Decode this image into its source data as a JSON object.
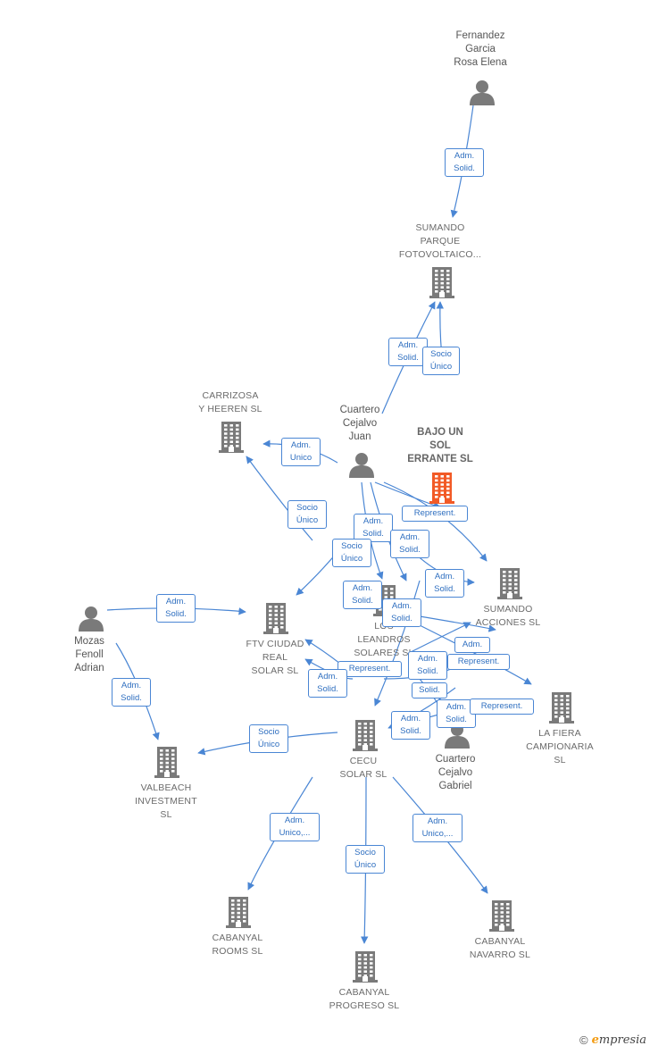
{
  "colors": {
    "edge": "#4a86d4",
    "company": "#7a7a7a",
    "focus": "#f25a26",
    "person": "#7a7a7a"
  },
  "nodes": [
    {
      "id": "fernandez",
      "type": "person",
      "label": [
        "Fernandez",
        "Garcia",
        "Rosa Elena"
      ]
    },
    {
      "id": "sumando_pf",
      "type": "company",
      "label": [
        "SUMANDO",
        "PARQUE",
        "FOTOVOLTAICO..."
      ]
    },
    {
      "id": "cuartero_juan",
      "type": "person",
      "label": [
        "Cuartero",
        "Cejalvo",
        "Juan"
      ]
    },
    {
      "id": "bajo_un_sol",
      "type": "focus",
      "label": [
        "BAJO UN",
        "SOL",
        "ERRANTE  SL"
      ]
    },
    {
      "id": "carrizosa",
      "type": "company",
      "label": [
        "CARRIZOSA",
        "Y HEEREN SL"
      ]
    },
    {
      "id": "sumando_acc",
      "type": "company",
      "label": [
        "SUMANDO",
        "ACCIONES  SL"
      ]
    },
    {
      "id": "los_leandros",
      "type": "company",
      "label": [
        "LOS",
        "LEANDROS",
        "SOLARES SL"
      ]
    },
    {
      "id": "ftv",
      "type": "company",
      "label": [
        "FTV CIUDAD",
        "REAL",
        "SOLAR  SL"
      ]
    },
    {
      "id": "mozas",
      "type": "person",
      "label": [
        "Mozas",
        "Fenoll",
        "Adrian"
      ]
    },
    {
      "id": "la_fiera",
      "type": "company",
      "label": [
        "LA FIERA",
        "CAMPIONARIA",
        "SL"
      ]
    },
    {
      "id": "cecu",
      "type": "company",
      "label": [
        "CECU",
        "SOLAR SL"
      ]
    },
    {
      "id": "cuartero_gabriel",
      "type": "person",
      "label": [
        "Cuartero",
        "Cejalvo",
        "Gabriel"
      ]
    },
    {
      "id": "valbeach",
      "type": "company",
      "label": [
        "VALBEACH",
        "INVESTMENT",
        "SL"
      ]
    },
    {
      "id": "cabanyal_rooms",
      "type": "company",
      "label": [
        "CABANYAL",
        "ROOMS  SL"
      ]
    },
    {
      "id": "cabanyal_progreso",
      "type": "company",
      "label": [
        "CABANYAL",
        "PROGRESO  SL"
      ]
    },
    {
      "id": "cabanyal_navarro",
      "type": "company",
      "label": [
        "CABANYAL",
        "NAVARRO  SL"
      ]
    }
  ],
  "edge_labels": [
    [
      "Adm.",
      "Solid."
    ],
    [
      "Adm.",
      "Solid."
    ],
    [
      "Socio",
      "Único"
    ],
    [
      "Adm.",
      "Unico"
    ],
    [
      "Socio",
      "Único"
    ],
    [
      "Represent."
    ],
    [
      "Adm.",
      "Solid."
    ],
    [
      "Adm.",
      "Solid."
    ],
    [
      "Socio",
      "Único"
    ],
    [
      "Adm.",
      "Solid."
    ],
    [
      "Adm.",
      "Solid."
    ],
    [
      "Adm.",
      "Solid."
    ],
    [
      "Adm.",
      "Solid."
    ],
    [
      "Adm."
    ],
    [
      "Represent."
    ],
    [
      "Adm.",
      "Solid."
    ],
    [
      "Represent."
    ],
    [
      "Adm.",
      "Solid."
    ],
    [
      "Solid."
    ],
    [
      "Adm.",
      "Solid."
    ],
    [
      "Adm.",
      "Solid."
    ],
    [
      "Represent."
    ],
    [
      "Adm.",
      "Solid."
    ],
    [
      "Socio",
      "Único"
    ],
    [
      "Adm.",
      "Unico,..."
    ],
    [
      "Socio",
      "Único"
    ],
    [
      "Adm.",
      "Unico,..."
    ]
  ],
  "footer": {
    "copyright_symbol": "©",
    "brand_initial": "e",
    "brand_rest": "mpresia"
  }
}
